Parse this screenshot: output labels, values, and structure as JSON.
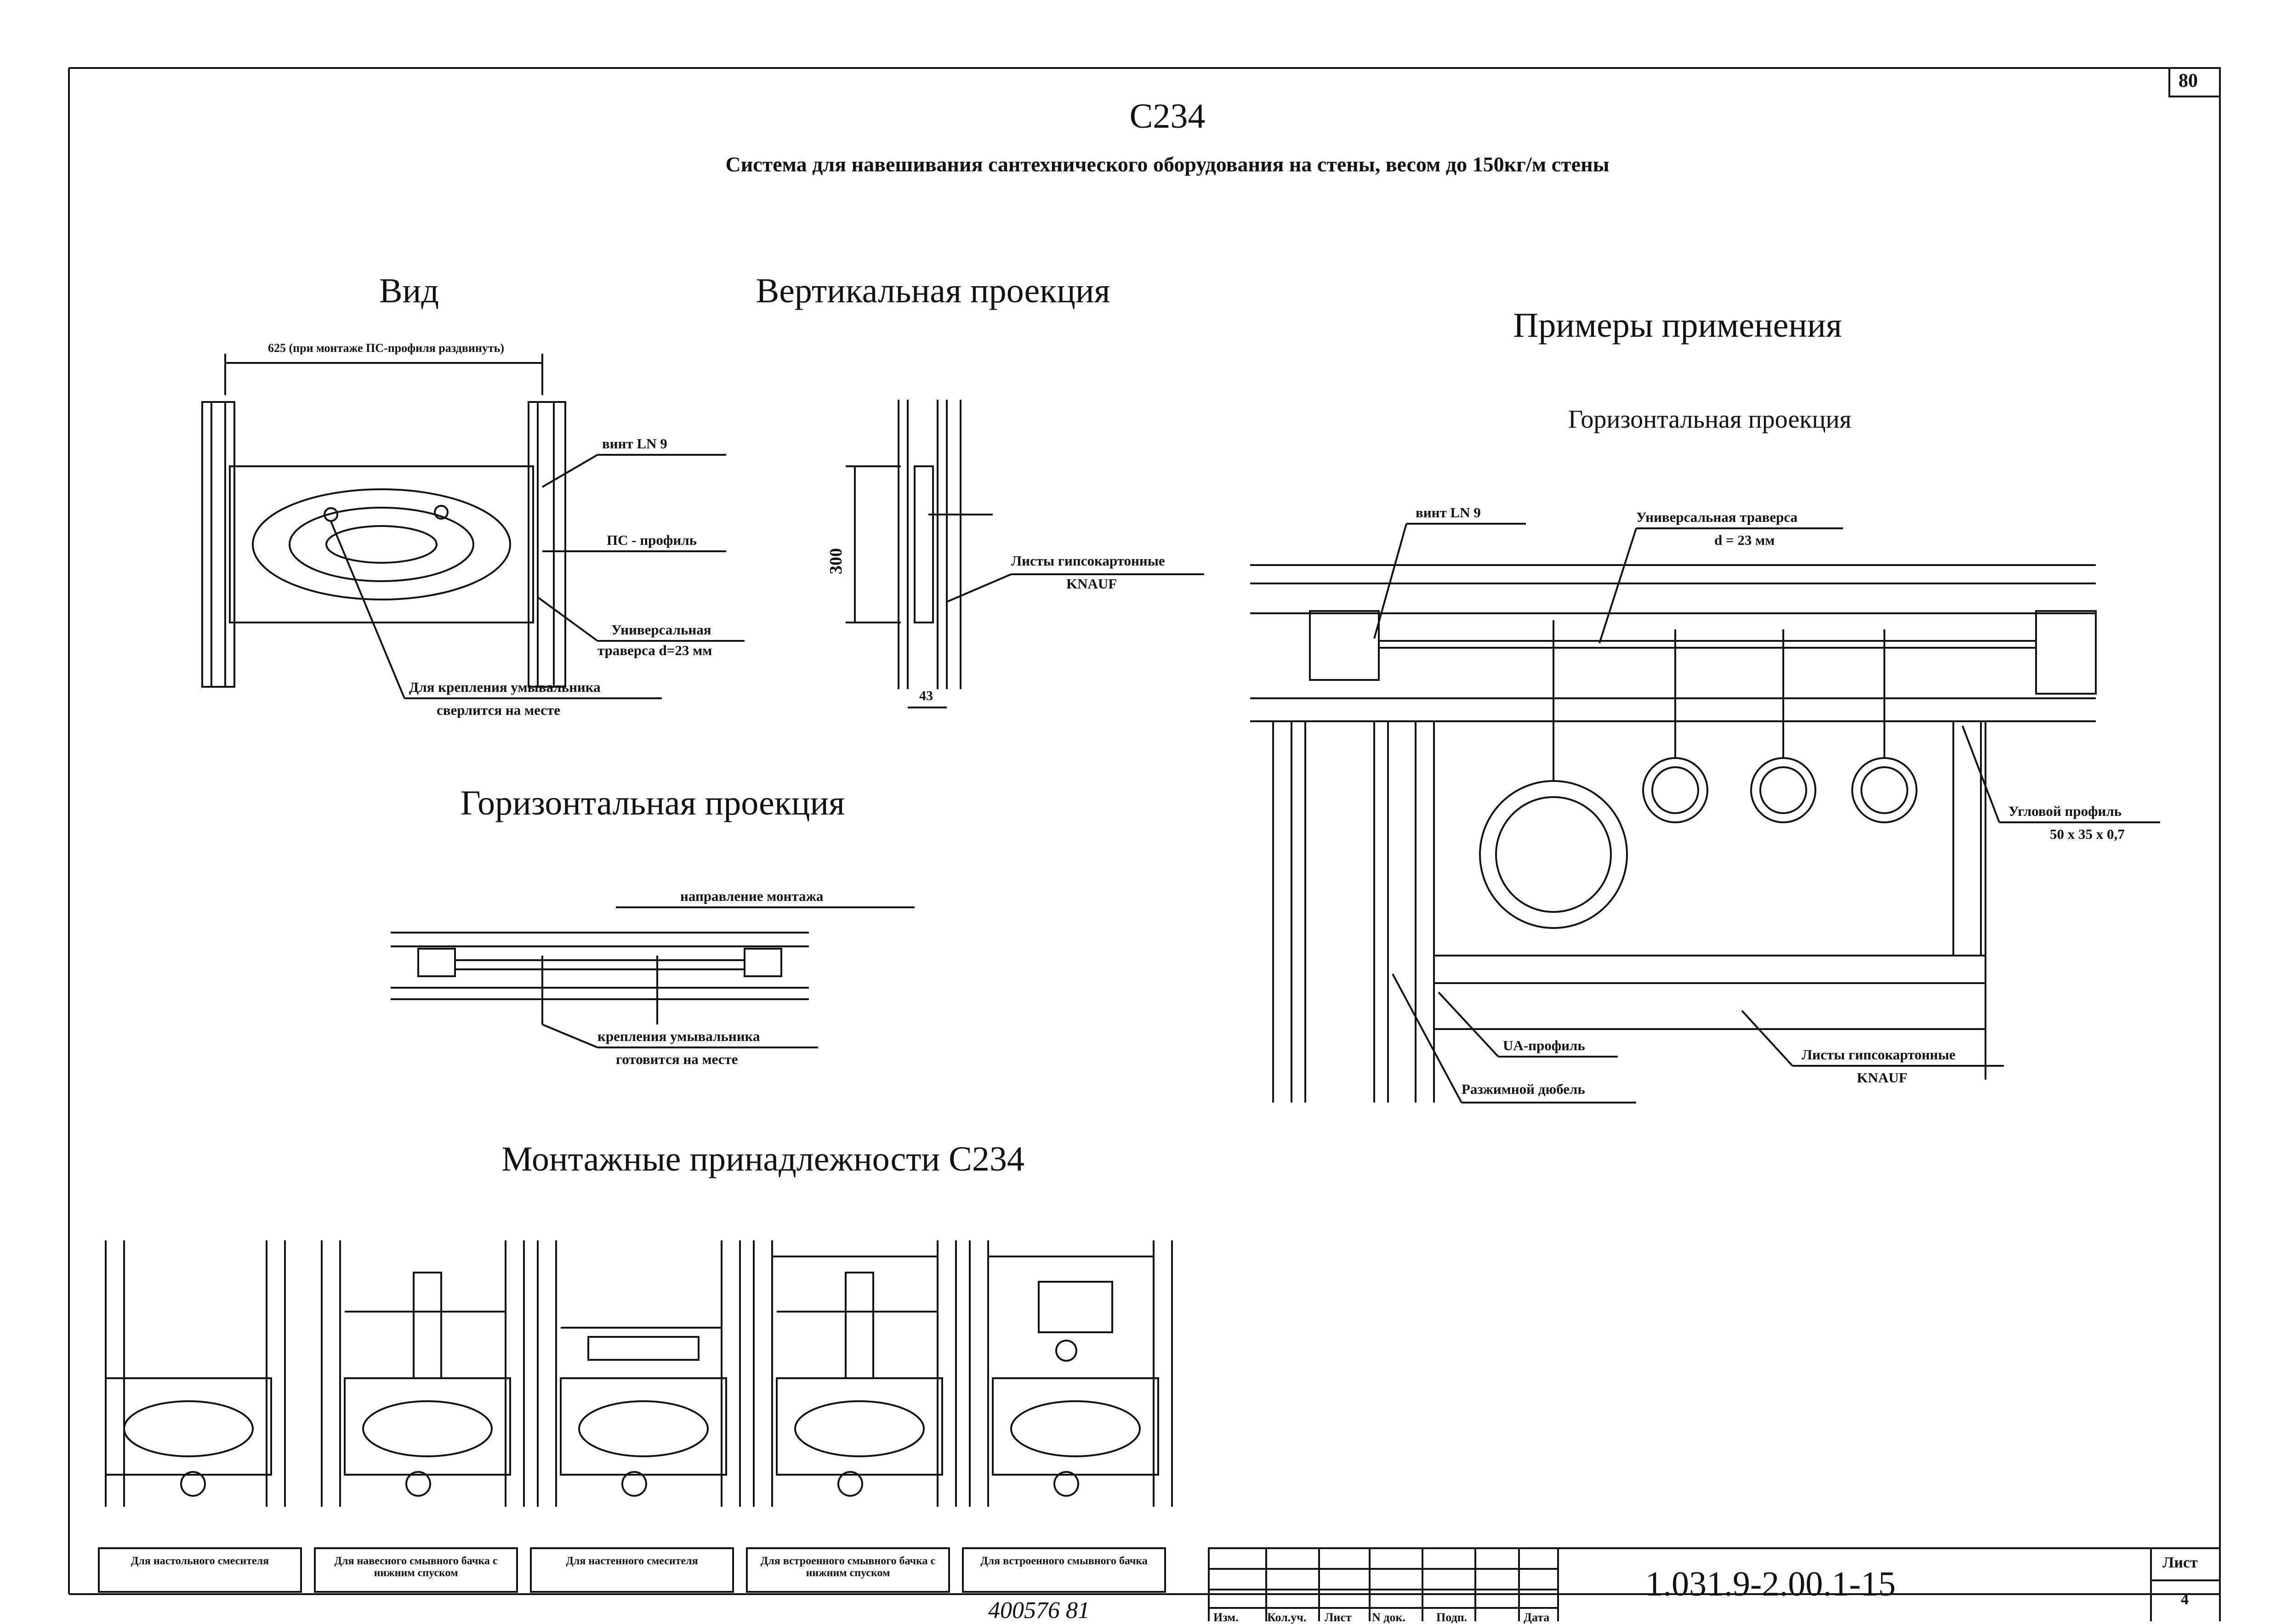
{
  "sheet_number_top": "80",
  "code": "С234",
  "subtitle": "Система для навешивания сантехнического оборудования на стены, весом до 150кг/м стены",
  "view": {
    "title": "Вид",
    "dimension": "625 (при монтаже ПС-профиля раздвинуть)",
    "labels": {
      "screw": "винт LN 9",
      "profile": "ПС - профиль",
      "traverse_line1": "Универсальная",
      "traverse_line2": "траверса d=23 мм",
      "mount_line1": "Для крепления умывальника",
      "mount_line2": "сверлится на месте"
    }
  },
  "vertical": {
    "title": "Вертикальная проекция",
    "dim_height": "300",
    "dim_width": "43",
    "sheets_line1": "Листы гипсокартонные",
    "sheets_line2": "KNAUF"
  },
  "horizontal": {
    "title": "Горизонтальная проекция",
    "direction": "направление монтажа",
    "mount_line1": "крепления умывальника",
    "mount_line2": "готовится на месте"
  },
  "examples": {
    "title": "Примеры применения",
    "subtitle": "Горизонтальная проекция",
    "labels": {
      "screw": "винт LN 9",
      "traverse_line1": "Универсальная траверса",
      "traverse_line2": "d = 23 мм",
      "corner_line1": "Угловой профиль",
      "corner_line2": "50 x 35 x 0,7",
      "ua": "UA-профиль",
      "dowel": "Разжимной дюбель",
      "sheets_line1": "Листы гипсокартонные",
      "sheets_line2": "KNAUF"
    }
  },
  "accessories": {
    "title": "Монтажные принадлежности С234",
    "captions": [
      "Для настольного смесителя",
      "Для навесного смывного бачка с нижним спуском",
      "Для настенного смесителя",
      "Для встроенного смывного бачка с нижним спуском",
      "Для встроенного смывного бачка"
    ]
  },
  "title_block": {
    "columns": [
      "Изм.",
      "Кол.уч.",
      "Лист",
      "N док.",
      "Подп.",
      "Дата"
    ],
    "doc_code": "1.031.9-2.00.1-15",
    "sheet_label": "Лист",
    "sheet_number": "4",
    "handwritten": "400576  81"
  }
}
